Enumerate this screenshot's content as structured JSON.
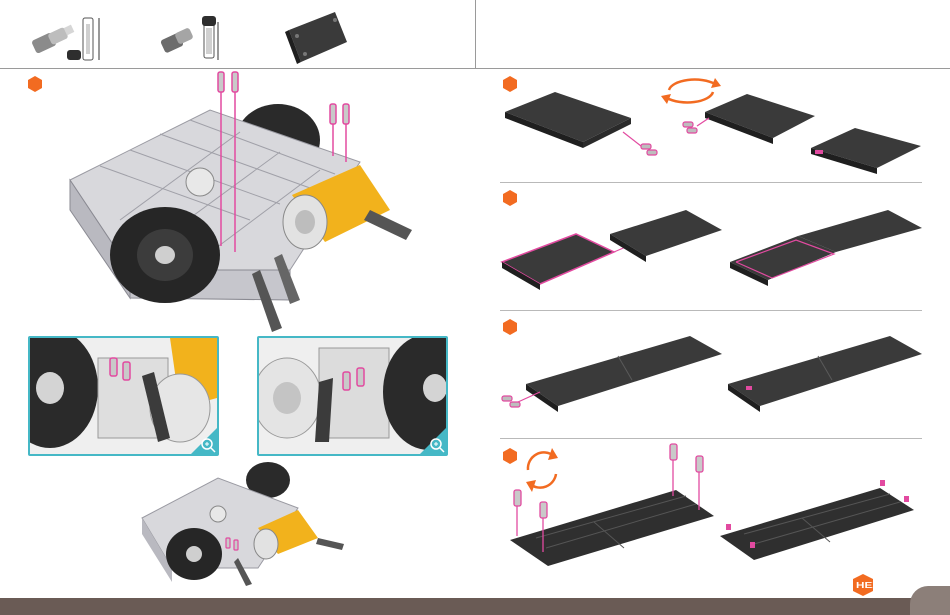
{
  "header": {
    "parts": [
      {
        "name": "connector-pin-part",
        "quantity_badge": "",
        "icon": "connector-pin-icon"
      },
      {
        "name": "axle-connector-part",
        "quantity_badge": "",
        "icon": "axle-connector-icon"
      },
      {
        "name": "battery-pack-part",
        "icon": "battery-pack-icon"
      }
    ]
  },
  "steps": [
    {
      "id": "left-main",
      "label": ""
    },
    {
      "id": "right-1",
      "label": ""
    },
    {
      "id": "right-2",
      "label": ""
    },
    {
      "id": "right-3",
      "label": ""
    },
    {
      "id": "right-4",
      "label": ""
    }
  ],
  "brand": {
    "logo_text": "HEXBUG"
  },
  "colors": {
    "step_orange": "#f26b21",
    "accent_magenta": "#e24aa0",
    "zoom_frame": "#45b8c6",
    "footer": "#6a5b55",
    "battery": "#3a3a3a",
    "motor_yellow": "#f2b21c"
  },
  "icons": [
    "rotate-icon",
    "zoom-in-icon",
    "robot-chassis-icon",
    "battery-pack-icon",
    "connector-pin-icon"
  ]
}
